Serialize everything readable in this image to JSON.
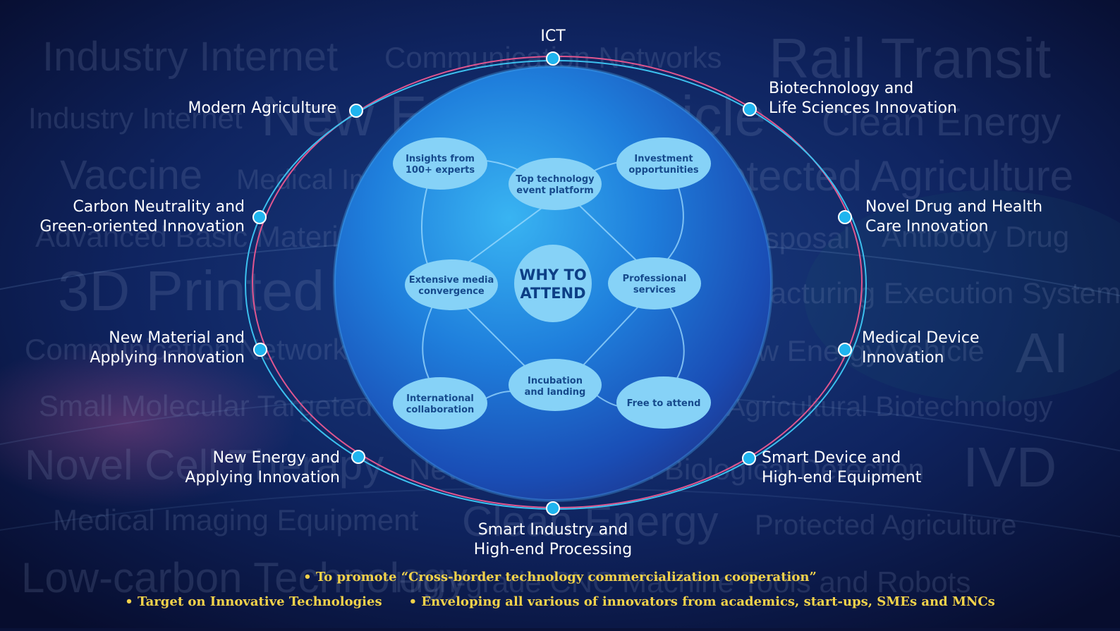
{
  "background_words": [
    "Industry Internet",
    "Communication Networks",
    "Rail Transit",
    "Industry Internet",
    "New Energy Vehicle",
    "Clean Energy",
    "Vaccine",
    "Medical Imaging Equipment",
    "Protected Agriculture",
    "Advanced Basic Materials",
    "Rail Transit",
    "Waste Disposal",
    "Antibody Drug",
    "3D Printed Materials",
    "Manufacturing Execution System",
    "Communication Networks",
    "Industry Internet",
    "New Energy Vehicle",
    "AI",
    "Small Molecular Targeted Drug",
    "Agricultural Biotechnology",
    "Novel Cell Therapy",
    "Vaccine",
    "New Generation of Biological Detection",
    "IVD",
    "Medical Imaging Equipment",
    "Clean Energy",
    "Protected Agriculture",
    "Low-carbon Technology",
    "High-grade CNC Machine Tools and Robots"
  ],
  "center": {
    "line1": "WHY TO",
    "line2": "ATTEND"
  },
  "nodes": [
    {
      "line1": "Insights from",
      "line2": "100+ experts"
    },
    {
      "line1": "Top technology",
      "line2": "event platform"
    },
    {
      "line1": "Investment",
      "line2": "opportunities"
    },
    {
      "line1": "Extensive media",
      "line2": "convergence"
    },
    {
      "line1": "Professional",
      "line2": "services"
    },
    {
      "line1": "International",
      "line2": "collaboration"
    },
    {
      "line1": "Incubation",
      "line2": "and landing"
    },
    {
      "line1": "Free to attend",
      "line2": ""
    }
  ],
  "categories": [
    {
      "line1": "ICT",
      "line2": ""
    },
    {
      "line1": "Modern Agriculture",
      "line2": ""
    },
    {
      "line1": "Biotechnology and",
      "line2": "Life Sciences Innovation"
    },
    {
      "line1": "Carbon Neutrality and",
      "line2": "Green-oriented Innovation"
    },
    {
      "line1": "Novel Drug and Health",
      "line2": "Care Innovation"
    },
    {
      "line1": "New Material and",
      "line2": "Applying Innovation"
    },
    {
      "line1": "Medical Device",
      "line2": "Innovation"
    },
    {
      "line1": "New Energy and",
      "line2": "Applying Innovation"
    },
    {
      "line1": "Smart Device and",
      "line2": "High-end Equipment"
    },
    {
      "line1": "Smart Industry and",
      "line2": "High-end Processing"
    }
  ],
  "footer": {
    "line1": "• To promote “Cross-border technology commercialization cooperation”",
    "line2a": "• Target on Innovative Technologies",
    "line2b": "• Enveloping all various of innovators from academics, start-ups, SMEs and MNCs"
  },
  "colors": {
    "accent_dot": "#1fb5ef",
    "node_fill": "#86d2f7",
    "footer_text": "#f2d24a",
    "ring_pink": "#e0568f",
    "ring_blue": "#3cc0ee"
  }
}
